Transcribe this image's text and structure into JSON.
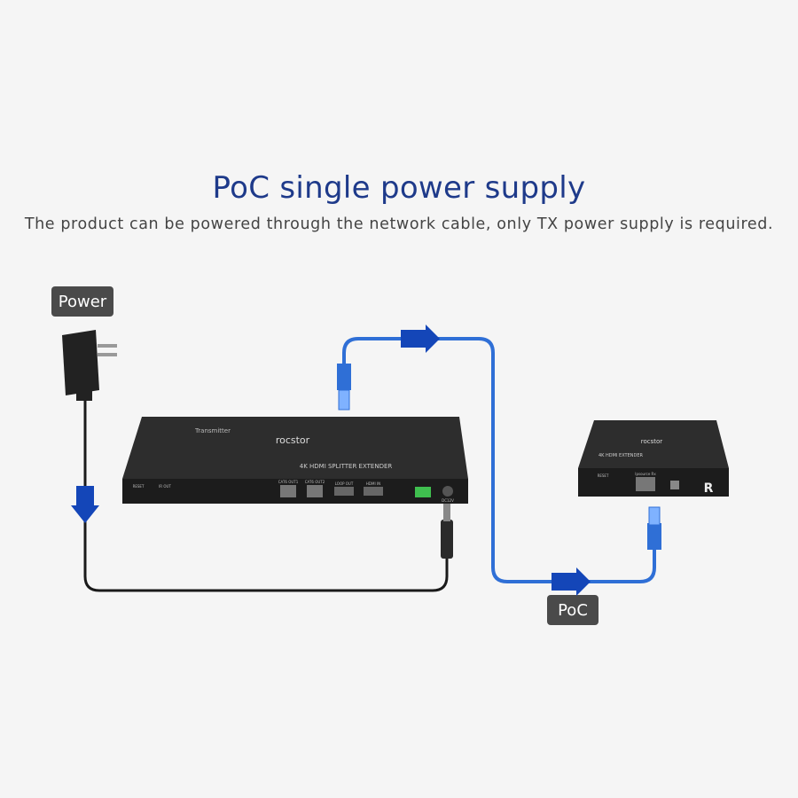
{
  "title": "PoC single power supply",
  "subtitle": "The product can be powered through the network cable, only TX power supply is required.",
  "labels": {
    "power": "Power",
    "poc": "PoC"
  },
  "transmitter": {
    "brand": "rocstor",
    "model": "4K HDMI SPLITTER EXTENDER",
    "type": "Transmitter",
    "ports": [
      "RESET",
      "IR OUT",
      "CAT6 OUT1",
      "CAT6 OUT2",
      "LOOP OUT",
      "HDMI IN",
      "DC12V"
    ]
  },
  "receiver": {
    "brand": "rocstor",
    "model": "4K HDMI EXTENDER",
    "badge": "R",
    "ports": [
      "RESET",
      "Ipsource Rx"
    ]
  },
  "colors": {
    "cable_blue": "#2f6fd6",
    "arrow_blue": "#1446b8",
    "cable_black": "#1a1a1a",
    "title_blue": "#1e3a8a"
  }
}
